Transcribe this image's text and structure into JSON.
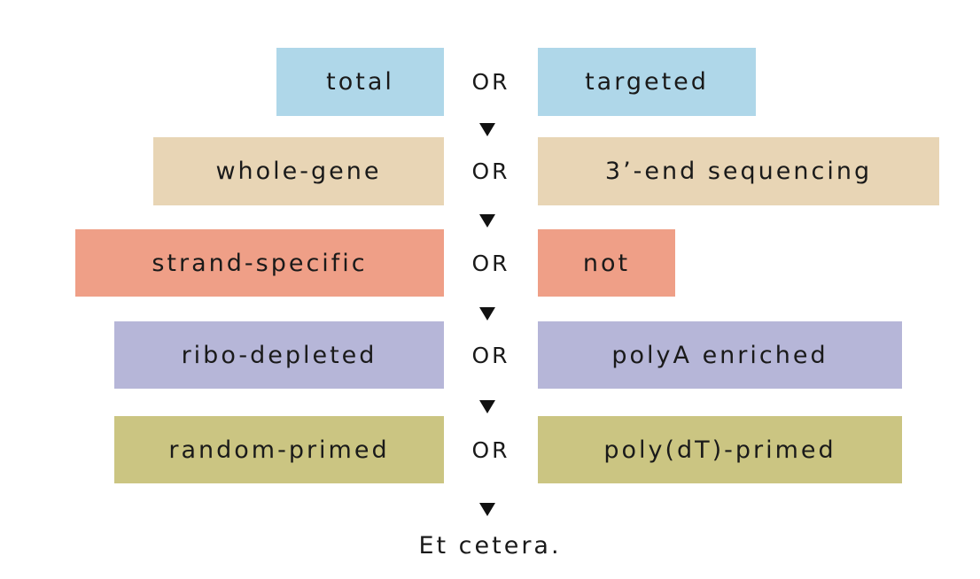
{
  "connector_label": "OR",
  "footer_text": "Et cetera.",
  "rows": [
    {
      "left": "total",
      "right": "targeted",
      "color": "#afd7e9"
    },
    {
      "left": "whole-gene",
      "right": "3’-end sequencing",
      "color": "#e8d5b5"
    },
    {
      "left": "strand-specific",
      "right": "not",
      "color": "#ef9f87"
    },
    {
      "left": "ribo-depleted",
      "right": "polyA enriched",
      "color": "#b6b6d8"
    },
    {
      "left": "random-primed",
      "right": "poly(dT)-primed",
      "color": "#cbc582"
    }
  ],
  "icons": {
    "flow_arrow": "down-triangle-icon"
  }
}
